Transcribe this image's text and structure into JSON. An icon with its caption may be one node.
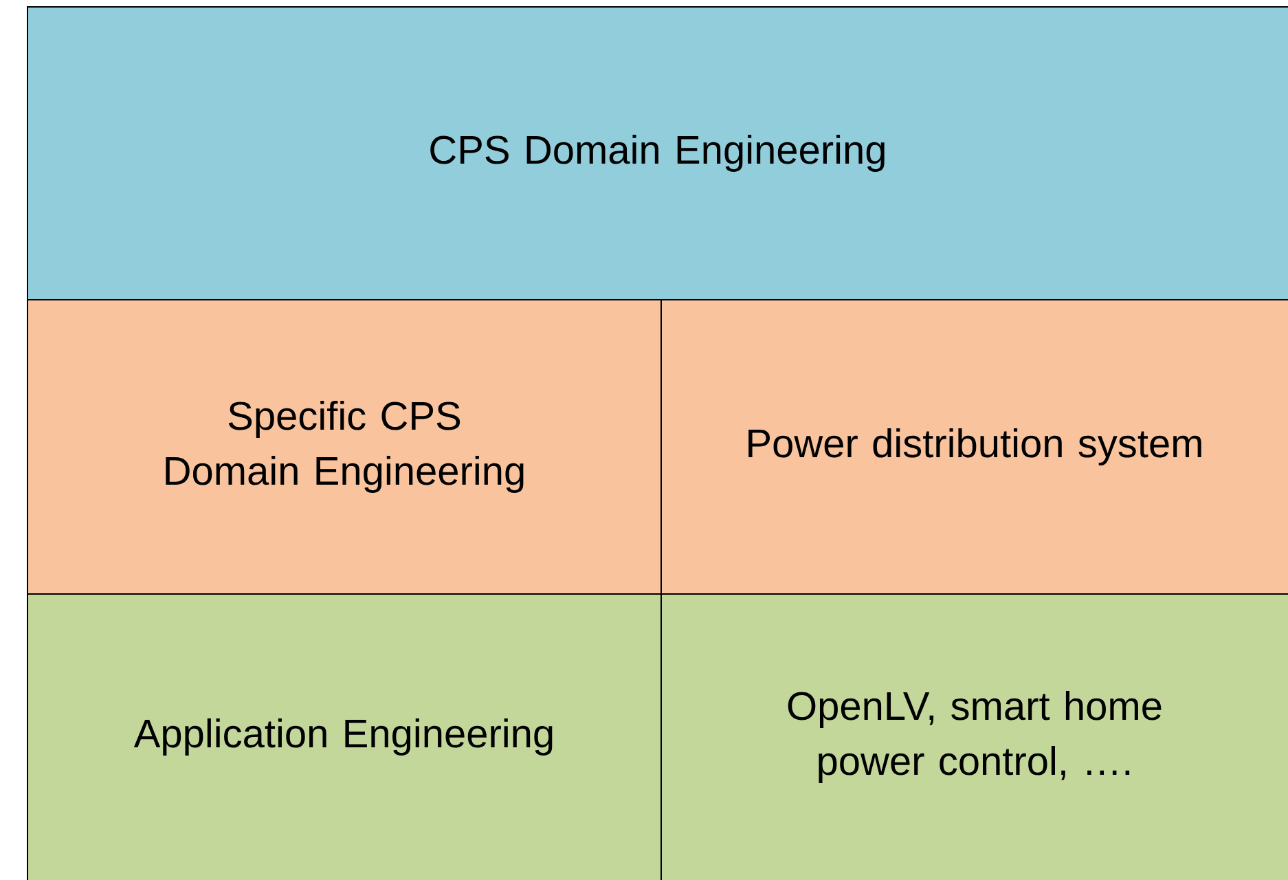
{
  "diagram": {
    "nodes": [
      {
        "text": [
          "CPS Domain Engineering"
        ]
      },
      {
        "text": [
          "Specific CPS Domain Engineering"
        ]
      },
      {
        "text": [
          "Power distribution system"
        ]
      },
      {
        "text": [
          "Application Engineering"
        ]
      },
      {
        "text": [
          "OpenLV, smart home power control, …."
        ]
      }
    ]
  }
}
